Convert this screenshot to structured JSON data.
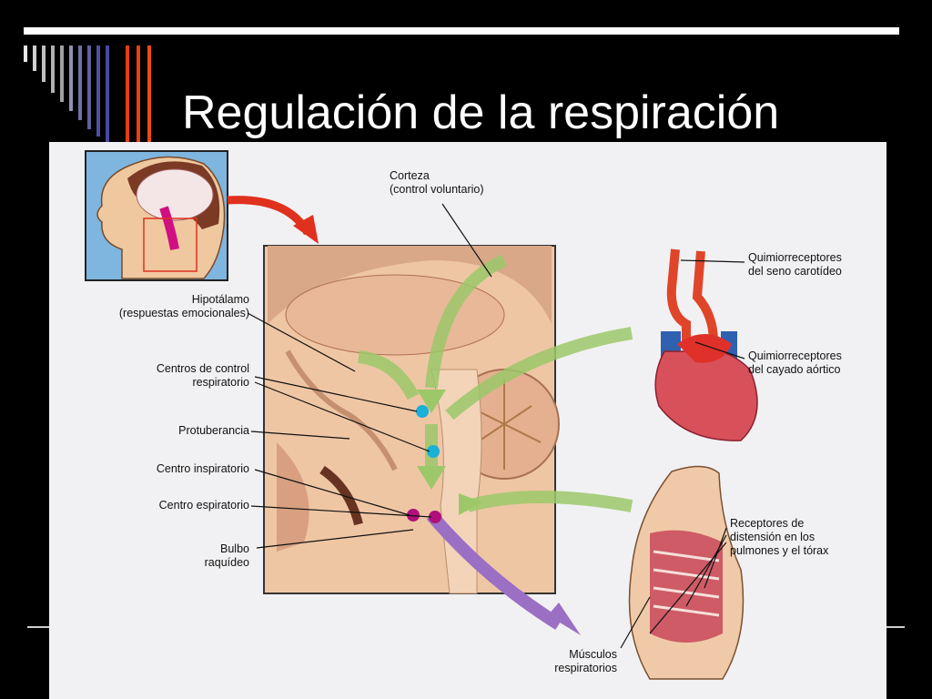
{
  "slide": {
    "title": "Regulación de la respiración"
  },
  "labels": {
    "corteza_1": "Corteza",
    "corteza_2": "(control voluntario)",
    "hipotalamo_1": "Hipotálamo",
    "hipotalamo_2": "(respuestas emocionales)",
    "centros_1": "Centros de control",
    "centros_2": "respiratorio",
    "protuberancia": "Protuberancia",
    "inspiratorio": "Centro inspiratorio",
    "espiratorio": "Centro espiratorio",
    "bulbo_1": "Bulbo",
    "bulbo_2": "raquídeo",
    "carotideo_1": "Quimiorreceptores",
    "carotideo_2": "del seno carotídeo",
    "aortico_1": "Quimiorreceptores",
    "aortico_2": "del cayado aórtico",
    "distension_1": "Receptores de",
    "distension_2": "distensión en los",
    "distension_3": "pulmones y el tórax",
    "musculos_1": "Músculos",
    "musculos_2": "respiratorios"
  },
  "colors": {
    "background": "#000000",
    "panel": "#f1f1f3",
    "green_arrow": "#9cc86a",
    "purple_arrow": "#9b6fc4",
    "red_arrow": "#e0301e",
    "cyan_center": "#1ab0d8",
    "magenta_center": "#b0107a"
  }
}
